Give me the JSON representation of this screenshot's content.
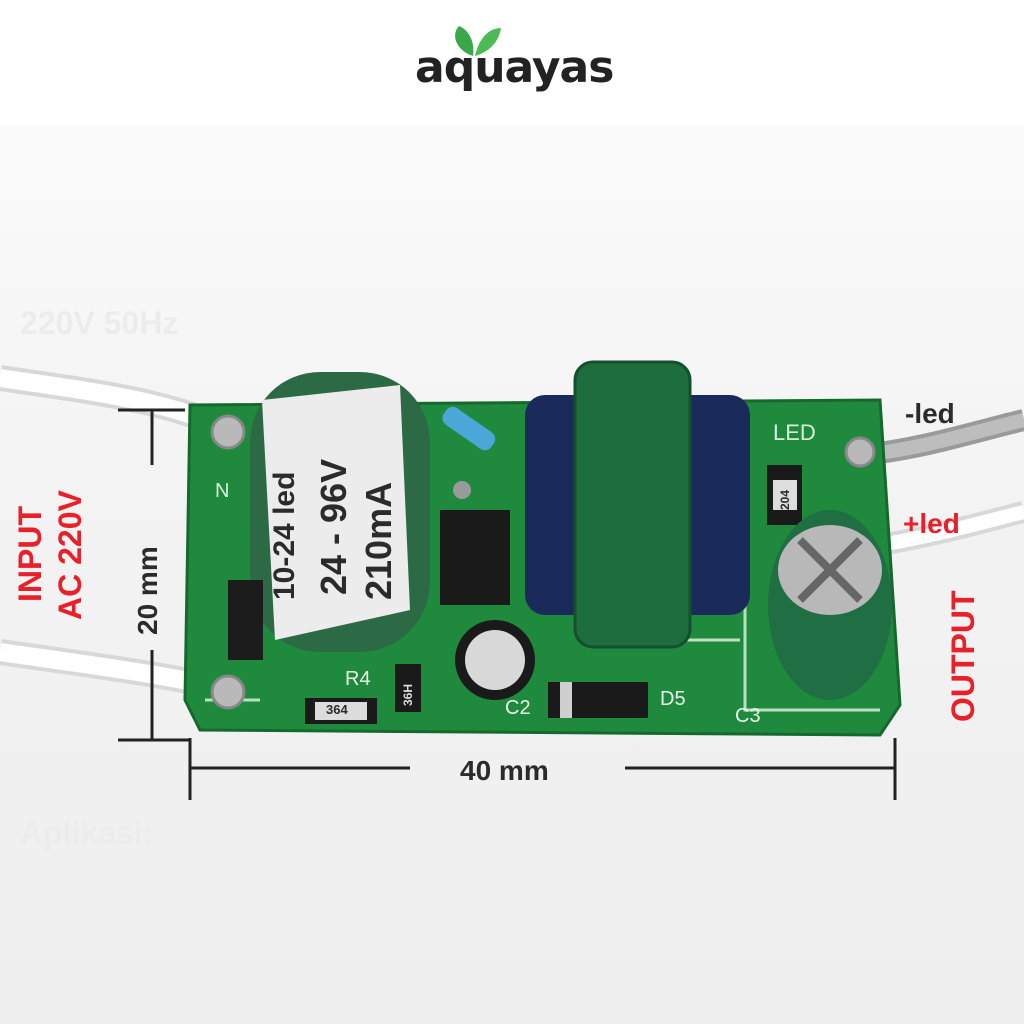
{
  "brand": {
    "name": "aquayas"
  },
  "labels": {
    "input_line1": "INPUT",
    "input_line2": "AC 220V",
    "width_dim": "20  mm",
    "length_dim": "40  mm",
    "neg_led": "-led",
    "pos_led": "+led",
    "output": "OUTPUT"
  },
  "sticker": {
    "line1": "10-24 led",
    "line2": "24 - 96V",
    "line3": "210mA"
  },
  "pcb": {
    "silk_led": "LED",
    "silk_n": "N",
    "r4": "R4",
    "c2": "C2",
    "c3": "C3",
    "d5": "D5",
    "res_364": "364",
    "res_36h": "36H",
    "res_204": "204"
  },
  "colors": {
    "accent_red": "#e8202a",
    "pcb_green": "#1f8a3e",
    "leaf_green": "#3aa848"
  }
}
